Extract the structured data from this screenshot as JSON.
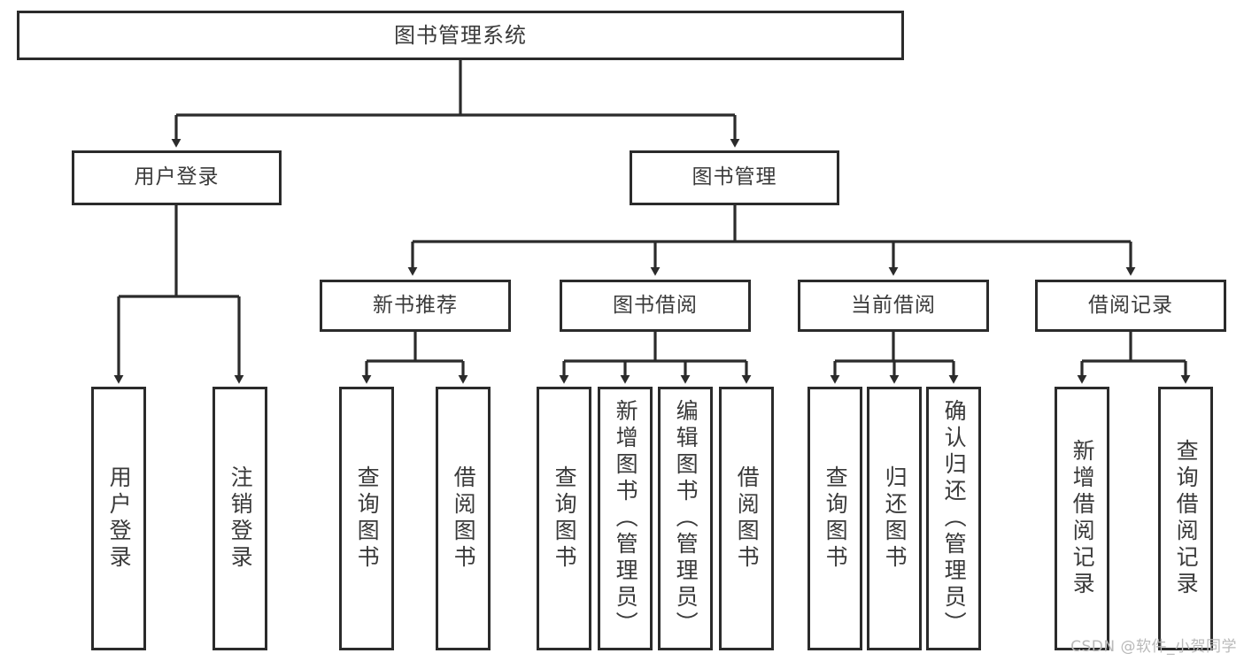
{
  "diagram": {
    "title": "图书管理系统",
    "root": {
      "label": "图书管理系统"
    },
    "level2": [
      {
        "label": "用户登录"
      },
      {
        "label": "图书管理"
      }
    ],
    "level3": [
      {
        "label": "新书推荐"
      },
      {
        "label": "图书借阅"
      },
      {
        "label": "当前借阅"
      },
      {
        "label": "借阅记录"
      }
    ],
    "leaves": {
      "user_login": [
        {
          "label": "用户登录"
        },
        {
          "label": "注销登录"
        }
      ],
      "new_book_recommend": [
        {
          "label": "查询图书"
        },
        {
          "label": "借阅图书"
        }
      ],
      "book_borrow": [
        {
          "label": "查询图书"
        },
        {
          "label": "新增图书（管理员）"
        },
        {
          "label": "编辑图书（管理员）"
        },
        {
          "label": "借阅图书"
        }
      ],
      "current_borrow": [
        {
          "label": "查询图书"
        },
        {
          "label": "归还图书"
        },
        {
          "label": "确认归还（管理员）"
        }
      ],
      "borrow_record": [
        {
          "label": "新增借阅记录"
        },
        {
          "label": "查询借阅记录"
        }
      ]
    }
  },
  "watermark": {
    "text": "CSDN @软件_小贺同学"
  },
  "colors": {
    "stroke": "#2b2b2b",
    "text": "#3a3a3a",
    "background": "#ffffff",
    "watermark": "#b9b9b9"
  }
}
